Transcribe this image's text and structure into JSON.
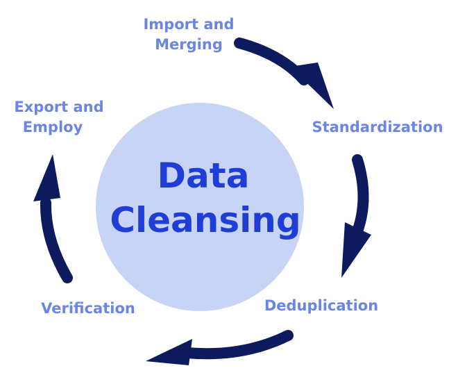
{
  "center": {
    "line1": "Data",
    "line2": "Cleansing"
  },
  "steps": [
    {
      "line1": "Import and",
      "line2": "Merging"
    },
    {
      "line1": "Standardization"
    },
    {
      "line1": "Deduplication"
    },
    {
      "line1": "Verification"
    },
    {
      "line1": "Export and",
      "line2": "Employ"
    }
  ],
  "colors": {
    "center_fill": "#c8d4f5",
    "center_text": "#1f3ed6",
    "label_text": "#6b86e0",
    "arrow": "#0d1a5e"
  }
}
